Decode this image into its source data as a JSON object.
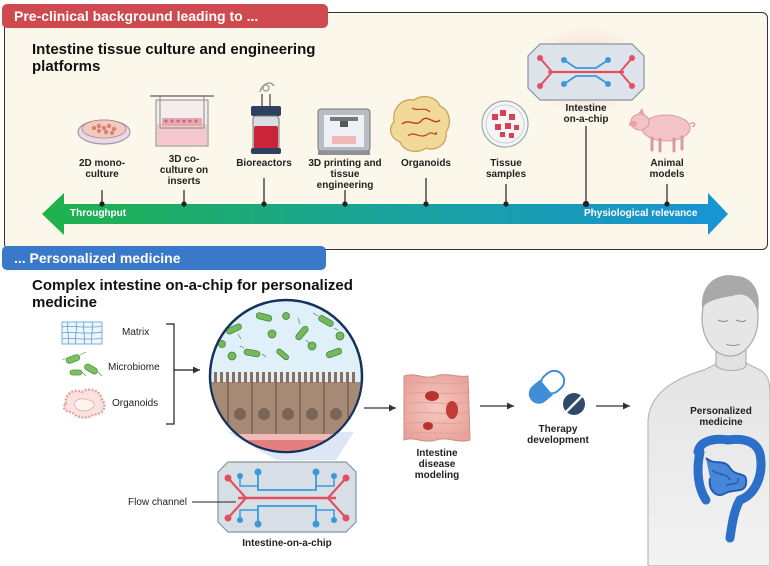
{
  "top": {
    "tab_label": "Pre-clinical background leading to ...",
    "heading": "Intestine tissue culture and engineering platforms",
    "heading_line1": "Intestine tissue culture and engineering",
    "heading_line2": "platforms",
    "items": [
      {
        "label_lines": [
          "2D mono-",
          "culture"
        ],
        "icon": "petri-dish-icon"
      },
      {
        "label_lines": [
          "3D co-",
          "culture on",
          "inserts"
        ],
        "icon": "transwell-insert-icon"
      },
      {
        "label_lines": [
          "Bioreactors"
        ],
        "icon": "bioreactor-icon"
      },
      {
        "label_lines": [
          "3D printing and",
          "tissue",
          "engineering"
        ],
        "icon": "3d-printer-icon"
      },
      {
        "label_lines": [
          "Organoids"
        ],
        "icon": "organoid-icon"
      },
      {
        "label_lines": [
          "Tissue",
          "samples"
        ],
        "icon": "tissue-sample-icon"
      },
      {
        "label_lines": [
          "Intestine",
          "on-a-chip"
        ],
        "icon": "chip-icon"
      },
      {
        "label_lines": [
          "Animal",
          "models"
        ],
        "icon": "pig-icon"
      }
    ],
    "arrow_left_label": "Throughput",
    "arrow_right_label": "Physiological relevance",
    "colors": {
      "tab": "#cf4a4f",
      "arrow_start": "#20b24a",
      "arrow_end": "#1793d6"
    }
  },
  "bottom": {
    "tab_label": "... Personalized medicine",
    "heading_line1": "Complex intestine on-a-chip for personalized",
    "heading_line2": "medicine",
    "inputs": [
      {
        "label": "Matrix",
        "icon": "matrix-mesh-icon"
      },
      {
        "label": "Microbiome",
        "icon": "bacteria-icon"
      },
      {
        "label": "Organoids",
        "icon": "organoid-ring-icon"
      }
    ],
    "flow_channel_label": "Flow channel",
    "chip_label": "Intestine-on-a-chip",
    "disease_label_lines": [
      "Intestine",
      "disease",
      "modeling"
    ],
    "therapy_label_lines": [
      "Therapy",
      "development"
    ],
    "personalized_label_lines": [
      "Personalized",
      "medicine"
    ],
    "colors": {
      "tab": "#3a78c9"
    }
  }
}
